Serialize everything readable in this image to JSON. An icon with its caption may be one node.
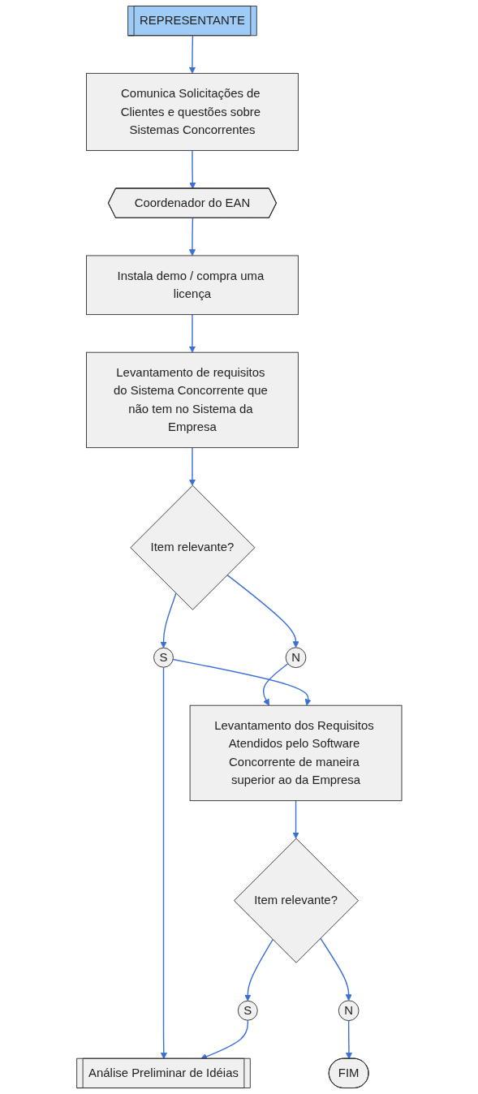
{
  "diagram": {
    "nodes": [
      {
        "text": [
          "REPRESENTANTE"
        ]
      },
      {
        "text": [
          "Comunica Solicitações de Clientes e questões sobre Sistemas Concorrentes"
        ]
      },
      {
        "text": [
          "Coordenador do EAN"
        ]
      },
      {
        "text": [
          "Instala demo / compra uma licença"
        ]
      },
      {
        "text": [
          "Levantamento de requisitos do Sistema Concorrente que não tem no Sistema da Empresa"
        ]
      },
      {
        "text": [
          "Item relevante?"
        ]
      },
      {
        "text": [
          "S"
        ]
      },
      {
        "text": [
          "N"
        ]
      },
      {
        "text": [
          "Levantamento dos Requisitos Atendidos pelo Software Concorrente de maneira superior ao da Empresa"
        ]
      },
      {
        "text": [
          "Análise Preliminar de Idéias"
        ]
      },
      {
        "text": [
          "S"
        ]
      },
      {
        "text": [
          "Item relevante?"
        ]
      },
      {
        "text": [
          "N"
        ]
      },
      {
        "text": [
          "FIM"
        ]
      }
    ],
    "edges": [
      {
        "from": 0,
        "to": 1,
        "arrow": "to"
      },
      {
        "from": 1,
        "to": 2,
        "arrow": "to"
      },
      {
        "from": 2,
        "to": 3,
        "arrow": "to"
      },
      {
        "from": 3,
        "to": 4,
        "arrow": "to"
      },
      {
        "from": 4,
        "to": 5,
        "arrow": "to"
      },
      {
        "from": 5,
        "to": 6,
        "arrow": "to"
      },
      {
        "from": 5,
        "to": 7,
        "arrow": "to"
      },
      {
        "from": 7,
        "to": 8,
        "arrow": "to"
      },
      {
        "from": 6,
        "to": 8,
        "arrow": "to"
      },
      {
        "from": 6,
        "to": 9,
        "arrow": "to"
      },
      {
        "from": 8,
        "to": 11,
        "arrow": "to"
      },
      {
        "from": 11,
        "to": 10,
        "arrow": "to"
      },
      {
        "from": 10,
        "to": 9,
        "arrow": "to"
      },
      {
        "from": 11,
        "to": 12,
        "arrow": "to"
      },
      {
        "from": 12,
        "to": 13,
        "arrow": "to"
      }
    ]
  }
}
